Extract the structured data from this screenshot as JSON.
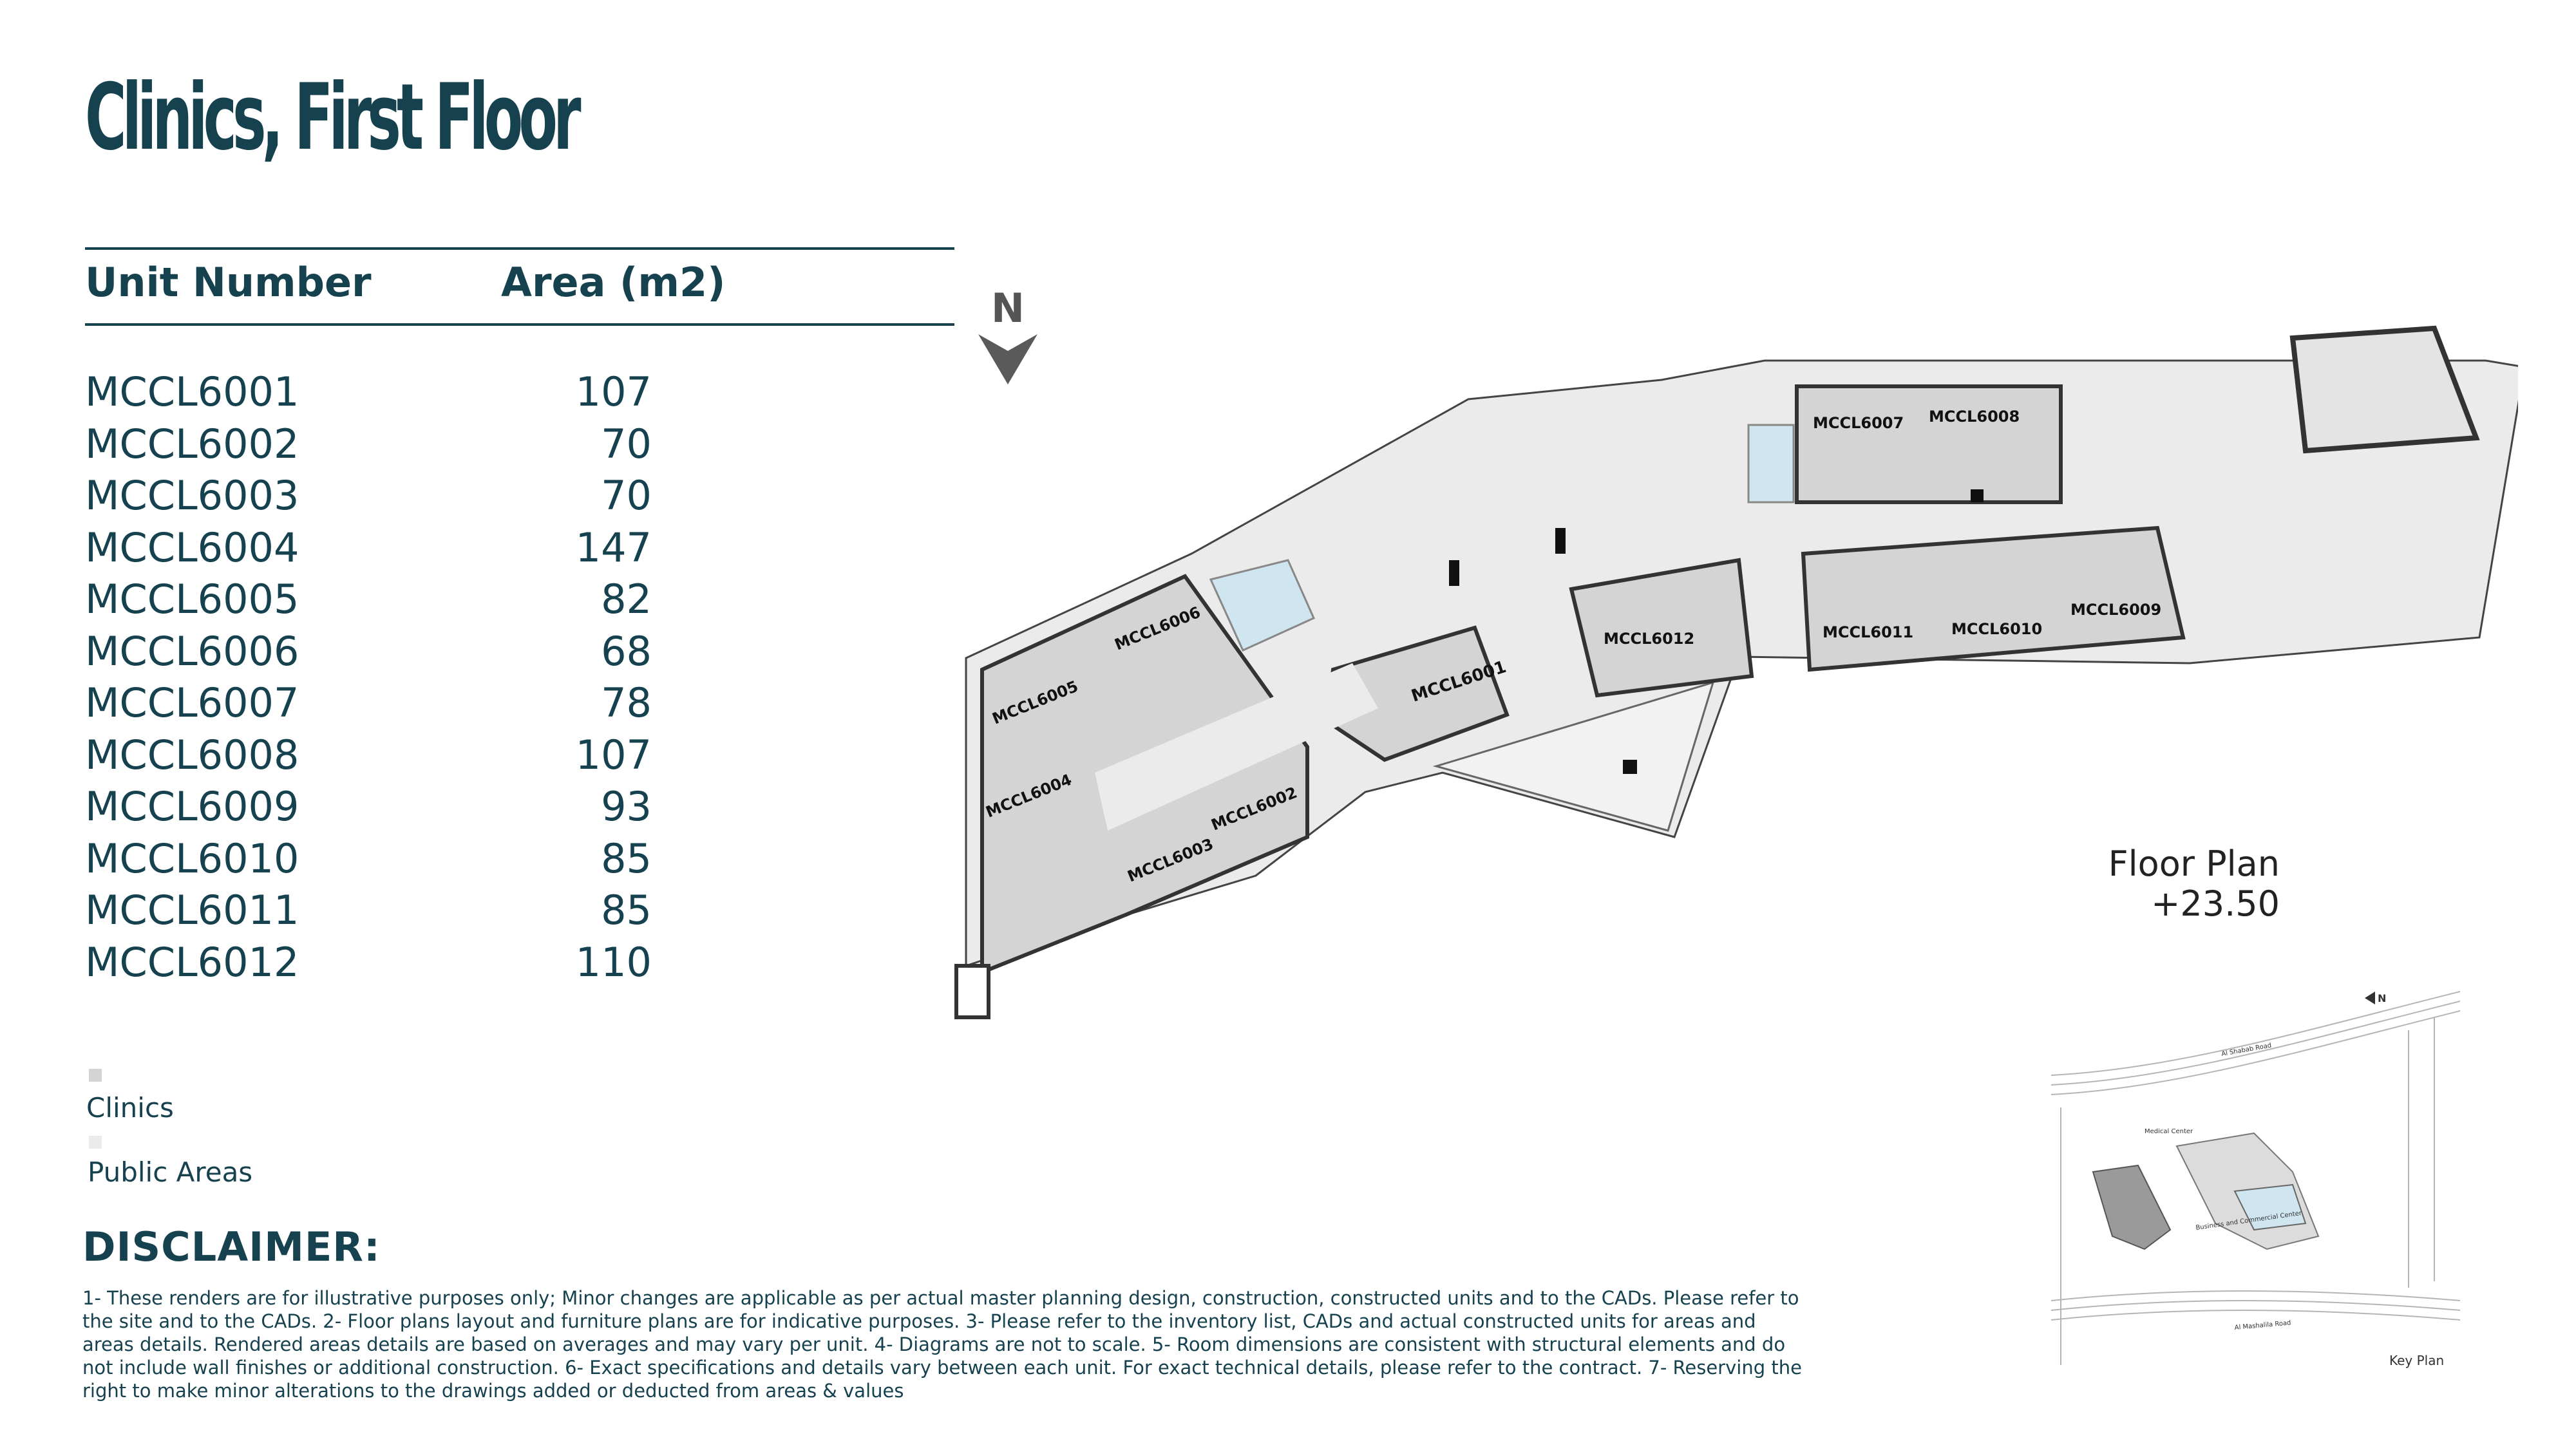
{
  "title": "Clinics, First Floor",
  "table": {
    "col_unit": "Unit Number",
    "col_area": "Area (m2)",
    "rows": [
      {
        "unit": "MCCL6001",
        "area": "107"
      },
      {
        "unit": "MCCL6002",
        "area": "70"
      },
      {
        "unit": "MCCL6003",
        "area": "70"
      },
      {
        "unit": "MCCL6004",
        "area": "147"
      },
      {
        "unit": "MCCL6005",
        "area": "82"
      },
      {
        "unit": "MCCL6006",
        "area": "68"
      },
      {
        "unit": "MCCL6007",
        "area": "78"
      },
      {
        "unit": "MCCL6008",
        "area": "107"
      },
      {
        "unit": "MCCL6009",
        "area": "93"
      },
      {
        "unit": "MCCL6010",
        "area": "85"
      },
      {
        "unit": "MCCL6011",
        "area": "85"
      },
      {
        "unit": "MCCL6012",
        "area": "110"
      }
    ]
  },
  "legend": {
    "clinics": {
      "label": "Clinics",
      "color": "#d4d4d4"
    },
    "public": {
      "label": "Public Areas",
      "color": "#ebebeb"
    }
  },
  "disclaimer": {
    "title": "DISCLAIMER:",
    "text": "1- These renders are for illustrative purposes only; Minor changes are applicable as per actual master planning design, construction, constructed units and to the CADs. Please refer to the site and to the CADs. 2- Floor plans layout and furniture plans are for indicative purposes. 3- Please refer to the inventory list, CADs and actual constructed units for areas and areas details. Rendered areas details are based on averages and may vary per unit. 4- Diagrams are not to scale. 5- Room dimensions are consistent with structural elements and do not include wall finishes or additional construction. 6- Exact specifications and details vary between each unit. For exact technical details, please refer to the contract. 7- Reserving the right to make minor alterations to the drawings added or deducted from areas & values"
  },
  "north_label": "N",
  "floor_plan": {
    "label": "Floor Plan",
    "level": "+23.50",
    "units": [
      "MCCL6001",
      "MCCL6002",
      "MCCL6003",
      "MCCL6004",
      "MCCL6005",
      "MCCL6006",
      "MCCL6007",
      "MCCL6008",
      "MCCL6009",
      "MCCL6010",
      "MCCL6011",
      "MCCL6012"
    ]
  },
  "key_plan": {
    "label": "Key Plan",
    "north_label": "N",
    "road_top": "Al Shabab Road",
    "road_bottom": "Al Mashalila Road",
    "medical_center": "Medical Center",
    "business_center": "Business and Commercial Center"
  },
  "colors": {
    "primary": "#16424f",
    "clinic_fill": "#d4d4d4",
    "public_fill": "#ebebeb",
    "wet_area": "#cfe6f0",
    "wall": "#3a3a3a"
  }
}
